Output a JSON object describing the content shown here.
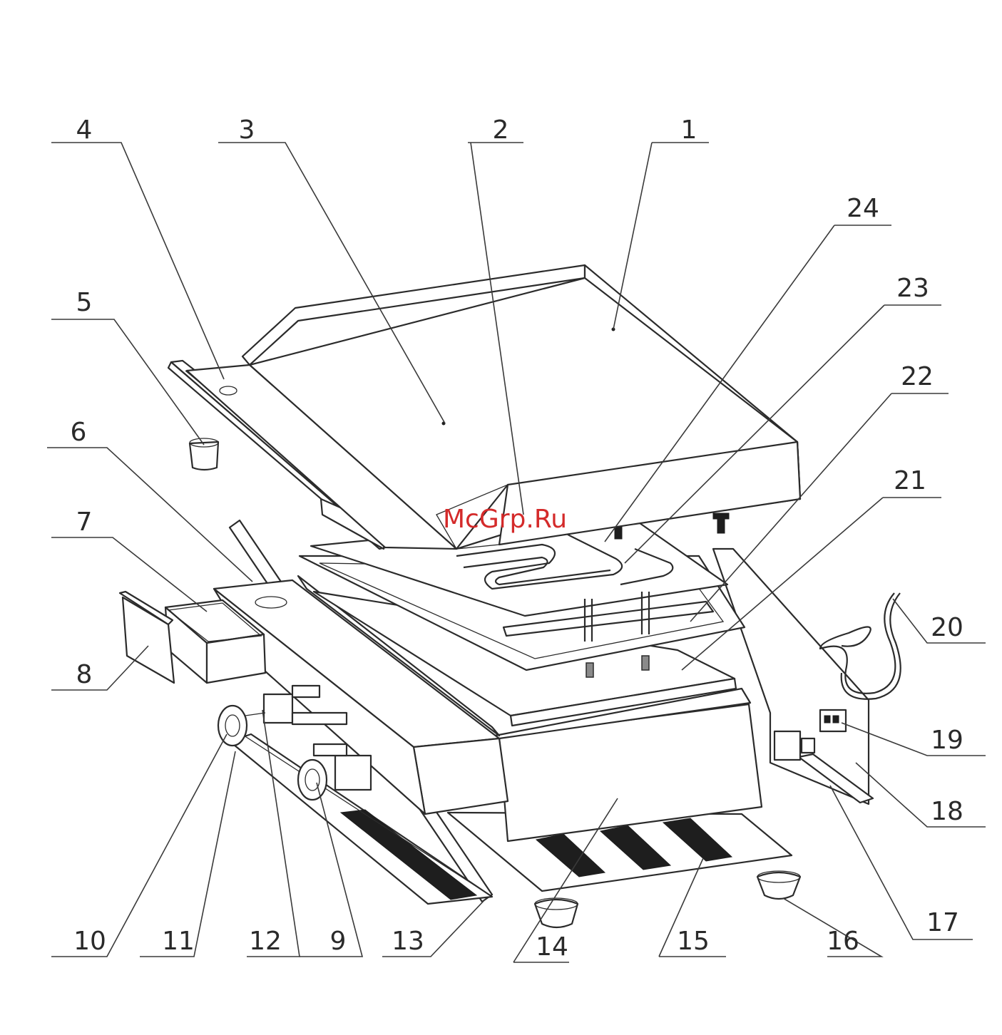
{
  "diagram": {
    "watermark": "McGrp.Ru",
    "parts": [
      {
        "id": "1",
        "label": "1"
      },
      {
        "id": "2",
        "label": "2"
      },
      {
        "id": "3",
        "label": "3"
      },
      {
        "id": "4",
        "label": "4"
      },
      {
        "id": "5",
        "label": "5"
      },
      {
        "id": "6",
        "label": "6"
      },
      {
        "id": "7",
        "label": "7"
      },
      {
        "id": "8",
        "label": "8"
      },
      {
        "id": "9",
        "label": "9"
      },
      {
        "id": "10",
        "label": "10"
      },
      {
        "id": "11",
        "label": "11"
      },
      {
        "id": "12",
        "label": "12"
      },
      {
        "id": "13",
        "label": "13"
      },
      {
        "id": "14",
        "label": "14"
      },
      {
        "id": "15",
        "label": "15"
      },
      {
        "id": "16",
        "label": "16"
      },
      {
        "id": "17",
        "label": "17"
      },
      {
        "id": "18",
        "label": "18"
      },
      {
        "id": "19",
        "label": "19"
      },
      {
        "id": "20",
        "label": "20"
      },
      {
        "id": "21",
        "label": "21"
      },
      {
        "id": "22",
        "label": "22"
      },
      {
        "id": "23",
        "label": "23"
      },
      {
        "id": "24",
        "label": "24"
      }
    ]
  }
}
